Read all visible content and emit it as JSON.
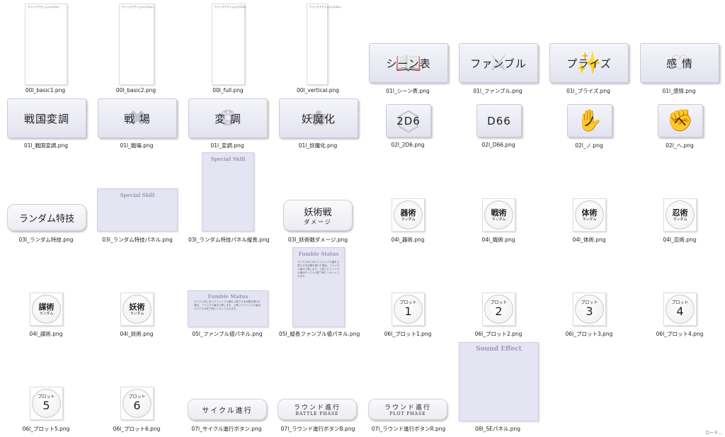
{
  "files": [
    {
      "name": "00l_basic1.png",
      "caption": "クリックアクション(パネル)"
    },
    {
      "name": "00l_basic2.png",
      "caption": "クリックアクション(パネル)"
    },
    {
      "name": "00l_full.png",
      "caption": "クリックアクション(パネル)"
    },
    {
      "name": "00l_vertical.png",
      "caption": "クリックアクション(パネル)"
    },
    {
      "name": "01l_シーン表.png",
      "label": "シーン表",
      "icon": "book-icon"
    },
    {
      "name": "01l_ファンブル.png",
      "label": "ファンブル",
      "icon": "knife-icon"
    },
    {
      "name": "01l_プライズ.png",
      "label": "プライズ",
      "icon": "bag-icon"
    },
    {
      "name": "01l_感情.png",
      "label": "感 情",
      "icon": "heart-icon"
    },
    {
      "name": "01l_戦国変調.png",
      "label": "戦国変調",
      "icon": "wave-icon"
    },
    {
      "name": "01l_戦場.png",
      "label": "戦 場",
      "icon": "blades-icon"
    },
    {
      "name": "01l_変調.png",
      "label": "変 調",
      "icon": "swirl-icon"
    },
    {
      "name": "01l_妖魔化.png",
      "label": "妖魔化",
      "icon": "flame-icon"
    },
    {
      "name": "02l_2D6.png",
      "label": "2D6"
    },
    {
      "name": "02l_D66.png",
      "label": "D66"
    },
    {
      "name": "02l_ノ.png",
      "label": "ノ"
    },
    {
      "name": "02l_へ.png",
      "label": "へ"
    },
    {
      "name": "03l_ランダム特技.png",
      "label": "ランダム特技"
    },
    {
      "name": "03l_ランダム特技パネル.png",
      "title": "Special Skill"
    },
    {
      "name": "03l_ランダム特技パネル縦長.png",
      "title": "Special Skill"
    },
    {
      "name": "03l_妖術戦ダメージ.png",
      "label": "妖術戦",
      "sublabel": "ダメージ"
    },
    {
      "name": "04l_器術.png",
      "label": "器術",
      "sub": "ランダム"
    },
    {
      "name": "04l_戦術.png",
      "label": "戦術",
      "sub": "ランダム"
    },
    {
      "name": "04l_体術.png",
      "label": "体術",
      "sub": "ランダム"
    },
    {
      "name": "04l_忍術.png",
      "label": "忍術",
      "sub": "ランダム"
    },
    {
      "name": "04l_謀術.png",
      "label": "謀術",
      "sub": "ランダム"
    },
    {
      "name": "04l_妖術.png",
      "label": "妖術",
      "sub": "ランダム"
    },
    {
      "name": "05l_ファンブル値パネル.png",
      "title": "Fumble Status",
      "body": "サイクル中においてファンブル値を上昇させる効果を受けた場合、ファンブル値が上昇します。上昇したファンブル値はサイクルの終了時にリセットされます。"
    },
    {
      "name": "05l_縦長ファンブル値パネル.png",
      "title": "Fumble Status",
      "body": "サイクル中においてファンブル値を上昇させる効果を受けた場合、ファンブル値が上昇します。上昇したファンブル値はサイクルの終了時にリセットされます。"
    },
    {
      "name": "06l_プロット1.png",
      "label": "プロット",
      "num": "1"
    },
    {
      "name": "06l_プロット2.png",
      "label": "プロット",
      "num": "2"
    },
    {
      "name": "06l_プロット3.png",
      "label": "プロット",
      "num": "3"
    },
    {
      "name": "06l_プロット4.png",
      "label": "プロット",
      "num": "4"
    },
    {
      "name": "06l_プロット5.png",
      "label": "プロット",
      "num": "5"
    },
    {
      "name": "06l_プロット6.png",
      "label": "プロット",
      "num": "6"
    },
    {
      "name": "07l_サイクル進行ボタン.png",
      "label": "サイクル進行"
    },
    {
      "name": "07l_ラウンド進行ボタンB.png",
      "label": "ラウンド進行",
      "sub": "BATTLE PHASE"
    },
    {
      "name": "07l_ラウンド進行ボタンR.png",
      "label": "ラウンド進行",
      "sub": "PLOT PHASE"
    },
    {
      "name": "08l_SEパネル.png",
      "title": "Sound Effect"
    }
  ],
  "statusbar": "ロード..."
}
